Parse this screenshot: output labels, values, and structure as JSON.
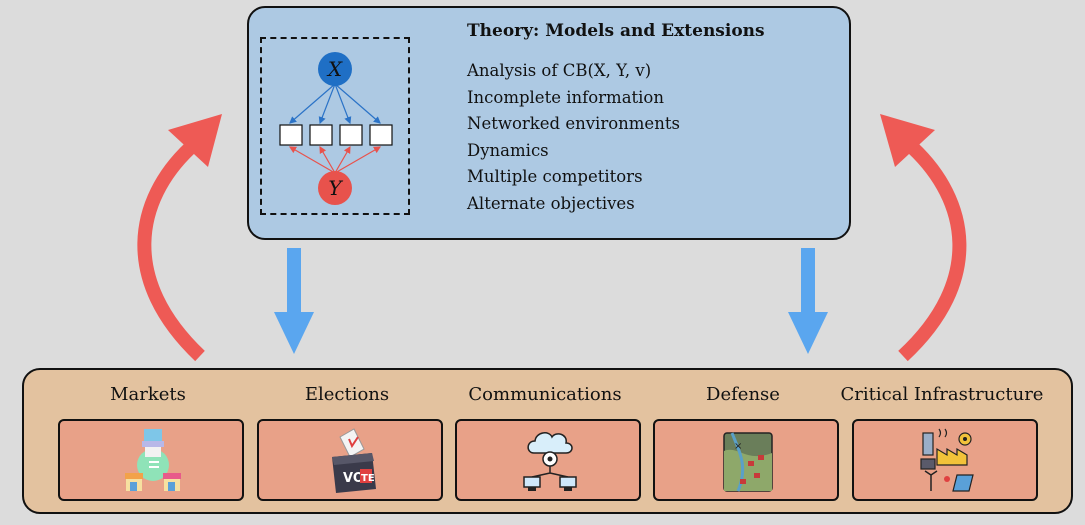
{
  "theory": {
    "title": "Theory: Models and Extensions",
    "items": [
      "Analysis of CB(X, Y, v)",
      "Incomplete information",
      "Networked environments",
      "Dynamics",
      "Multiple competitors",
      "Alternate objectives"
    ],
    "graph": {
      "top_node": "X",
      "bottom_node": "Y",
      "middle_count": 4
    }
  },
  "applications": [
    {
      "label": "Markets",
      "icon": "market-stores-icon"
    },
    {
      "label": "Elections",
      "icon": "ballot-box-icon"
    },
    {
      "label": "Communications",
      "icon": "cloud-network-icon"
    },
    {
      "label": "Defense",
      "icon": "battle-map-icon"
    },
    {
      "label": "Critical Infrastructure",
      "icon": "industry-energy-icon"
    }
  ],
  "colors": {
    "background": "#dcdcdc",
    "theory_box": "#adc9e3",
    "apps_box": "#e3c29f",
    "app_card": "#e8a188",
    "node_x": "#1f6fc5",
    "node_y": "#e8524c",
    "down_arrow": "#5aa6ef",
    "up_arrow": "#ee5a55"
  }
}
